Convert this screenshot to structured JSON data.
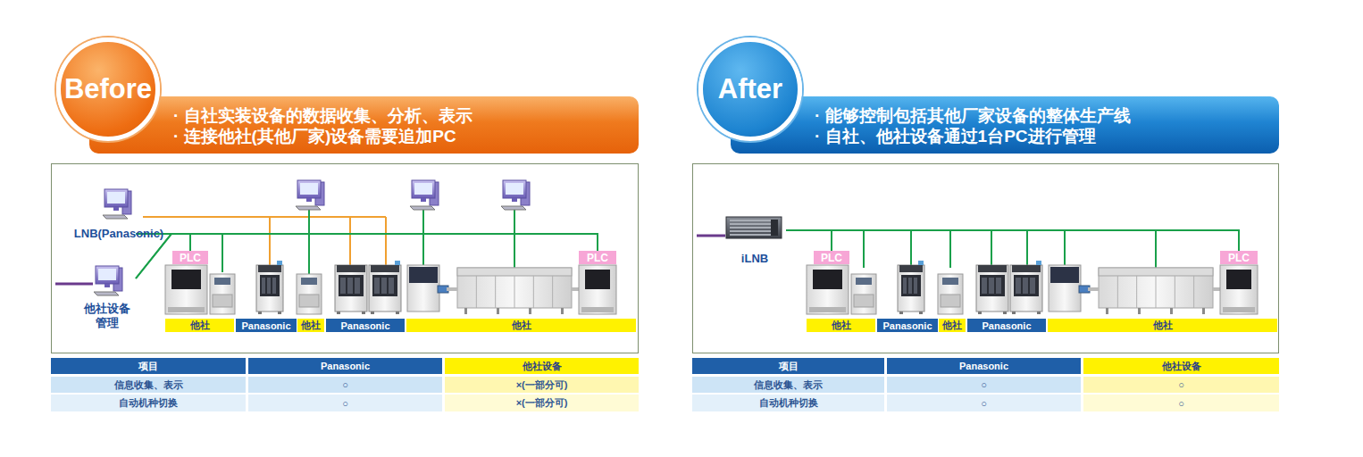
{
  "diagram": {
    "nodes": [
      {
        "text": [
          "Before"
        ]
      },
      {
        "text": [
          "· 自社实装设备的数据收集、分析、表示",
          "· 连接他社(其他厂家)设备需要追加PC"
        ]
      },
      {
        "text": [
          "LNB(Panasonic)"
        ]
      },
      {
        "text": [
          "他社设备 管理"
        ]
      },
      {
        "text": [
          "PLC"
        ]
      },
      {
        "text": [
          "PLC"
        ]
      },
      {
        "text": [
          "他社"
        ]
      },
      {
        "text": [
          "Panasonic"
        ]
      },
      {
        "text": [
          "他社"
        ]
      },
      {
        "text": [
          "Panasonic"
        ]
      },
      {
        "text": [
          "他社"
        ]
      },
      {
        "text": [
          "After"
        ]
      },
      {
        "text": [
          "· 能够控制包括其他厂家设备的整体生产线",
          "· 自社、他社设备通过1台PC进行管理"
        ]
      },
      {
        "text": [
          "iLNB"
        ]
      },
      {
        "text": [
          "PLC"
        ]
      },
      {
        "text": [
          "PLC"
        ]
      },
      {
        "text": [
          "他社"
        ]
      },
      {
        "text": [
          "Panasonic"
        ]
      },
      {
        "text": [
          "他社"
        ]
      },
      {
        "text": [
          "Panasonic"
        ]
      },
      {
        "text": [
          "他社"
        ]
      }
    ],
    "edges": [
      {
        "from": 3,
        "to": 4,
        "arrow": "none"
      },
      {
        "from": 3,
        "to": 5,
        "arrow": "none"
      },
      {
        "from": 13,
        "to": 14,
        "arrow": "none"
      },
      {
        "from": 13,
        "to": 15,
        "arrow": "none"
      }
    ],
    "labels": [
      "项目",
      "Panasonic",
      "他社设备",
      "信息收集、表示",
      "○",
      "×(一部分可)",
      "自动机种切换",
      "○",
      "×(一部分可)",
      "项目",
      "Panasonic",
      "他社设备",
      "信息收集、表示",
      "○",
      "○",
      "自动机种切换",
      "○",
      "○"
    ]
  }
}
